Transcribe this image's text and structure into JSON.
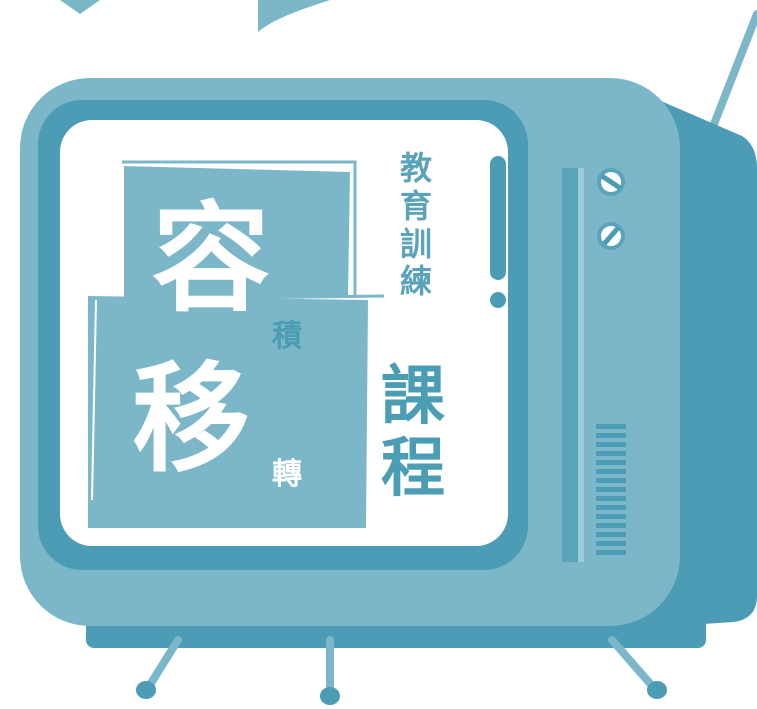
{
  "title": {
    "char_1": "容",
    "char_1_small": "積",
    "char_2": "移",
    "char_2_small": "轉",
    "subtitle_vertical": "教育訓練",
    "main_vertical": "課程"
  },
  "colors": {
    "tv_body": "#7bb7c9",
    "tv_dark": "#4c9cb5",
    "screen_bg": "#ffffff",
    "accent": "#5aa3b8"
  },
  "icons": {
    "knob_top": "knob-icon",
    "knob_bottom": "knob-icon",
    "speaker": "speaker-grille-icon",
    "antenna": "antenna-icon"
  }
}
